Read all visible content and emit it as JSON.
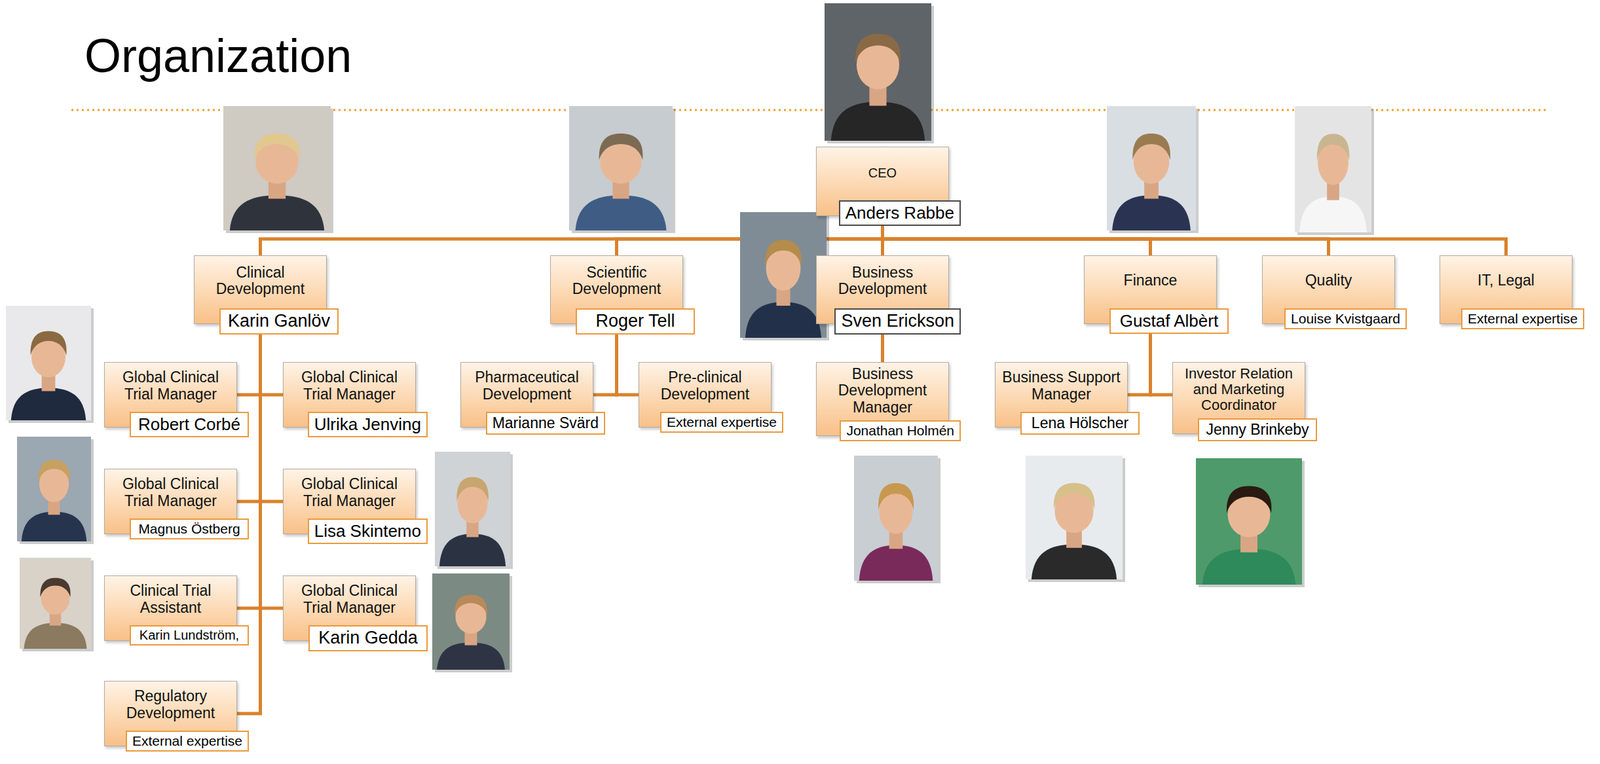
{
  "diagram": {
    "title": "Organization",
    "nodes": [
      {
        "text": [
          "CEO",
          "Anders Rabbe"
        ]
      },
      {
        "text": [
          "Clinical Development",
          "Karin Ganlöv"
        ]
      },
      {
        "text": [
          "Scientific Development",
          "Roger Tell"
        ]
      },
      {
        "text": [
          "Business Development",
          "Sven Erickson"
        ]
      },
      {
        "text": [
          "Finance",
          "Gustaf Albèrt"
        ]
      },
      {
        "text": [
          "Quality",
          "Louise Kvistgaard"
        ]
      },
      {
        "text": [
          "IT, Legal",
          "External expertise"
        ]
      },
      {
        "text": [
          "Global Clinical Trial Manager",
          "Robert Corbé"
        ]
      },
      {
        "text": [
          "Global Clinical Trial Manager",
          "Ulrika Jenving"
        ]
      },
      {
        "text": [
          "Pharmaceutical Development",
          "Marianne Svärd"
        ]
      },
      {
        "text": [
          "Pre-clinical Development",
          "External expertise"
        ]
      },
      {
        "text": [
          "Business Development Manager",
          "Jonathan Holmén"
        ]
      },
      {
        "text": [
          "Business Support Manager",
          "Lena Hölscher"
        ]
      },
      {
        "text": [
          "Investor Relation and Marketing Coordinator",
          "Jenny Brinkeby"
        ]
      },
      {
        "text": [
          "Global Clinical Trial Manager",
          "Magnus Östberg"
        ]
      },
      {
        "text": [
          "Global Clinical Trial Manager",
          "Lisa Skintemo"
        ]
      },
      {
        "text": [
          "Clinical Trial Assistant",
          "Karin Lundström,"
        ]
      },
      {
        "text": [
          "Global Clinical Trial Manager",
          "Karin Gedda"
        ]
      },
      {
        "text": [
          "Regulatory Development",
          "External expertise"
        ]
      }
    ],
    "edges": [
      {
        "from": 0,
        "to": 1,
        "arrow": "none"
      },
      {
        "from": 0,
        "to": 2,
        "arrow": "none"
      },
      {
        "from": 0,
        "to": 3,
        "arrow": "none"
      },
      {
        "from": 0,
        "to": 4,
        "arrow": "none"
      },
      {
        "from": 0,
        "to": 5,
        "arrow": "none"
      },
      {
        "from": 0,
        "to": 6,
        "arrow": "none"
      },
      {
        "from": 1,
        "to": 7,
        "arrow": "none"
      },
      {
        "from": 1,
        "to": 8,
        "arrow": "none"
      },
      {
        "from": 1,
        "to": 14,
        "arrow": "none"
      },
      {
        "from": 1,
        "to": 15,
        "arrow": "none"
      },
      {
        "from": 1,
        "to": 16,
        "arrow": "none"
      },
      {
        "from": 1,
        "to": 17,
        "arrow": "none"
      },
      {
        "from": 1,
        "to": 18,
        "arrow": "none"
      },
      {
        "from": 2,
        "to": 9,
        "arrow": "none"
      },
      {
        "from": 2,
        "to": 10,
        "arrow": "none"
      },
      {
        "from": 3,
        "to": 11,
        "arrow": "none"
      },
      {
        "from": 4,
        "to": 12,
        "arrow": "none"
      },
      {
        "from": 4,
        "to": 13,
        "arrow": "none"
      }
    ]
  }
}
